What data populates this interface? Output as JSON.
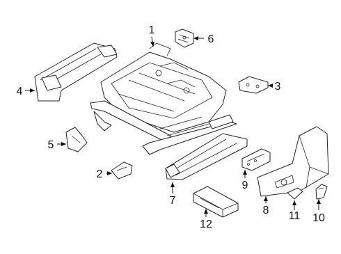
{
  "diagram": {
    "callouts": [
      {
        "id": "1",
        "label": "1"
      },
      {
        "id": "2",
        "label": "2"
      },
      {
        "id": "3",
        "label": "3"
      },
      {
        "id": "4",
        "label": "4"
      },
      {
        "id": "5",
        "label": "5"
      },
      {
        "id": "6",
        "label": "6"
      },
      {
        "id": "7",
        "label": "7"
      },
      {
        "id": "8",
        "label": "8"
      },
      {
        "id": "9",
        "label": "9"
      },
      {
        "id": "10",
        "label": "10"
      },
      {
        "id": "11",
        "label": "11"
      },
      {
        "id": "12",
        "label": "12"
      }
    ],
    "colors": {
      "line": "#111111",
      "background": "#ffffff"
    }
  }
}
